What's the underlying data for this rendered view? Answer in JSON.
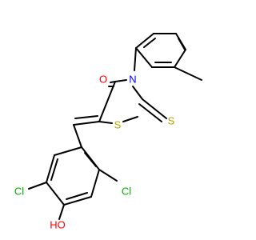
{
  "molecule": {
    "atoms": {
      "O": "O",
      "N": "N",
      "S_ring": "S",
      "S_thione": "S",
      "Cl_left": "Cl",
      "Cl_right": "Cl",
      "OH": "HO"
    },
    "colors": {
      "bond": "#000000",
      "oxygen": "#ff0000",
      "nitrogen": "#0000ff",
      "sulfur": "#b8a000",
      "chlorine": "#00b000",
      "text_default": "#000000"
    }
  }
}
